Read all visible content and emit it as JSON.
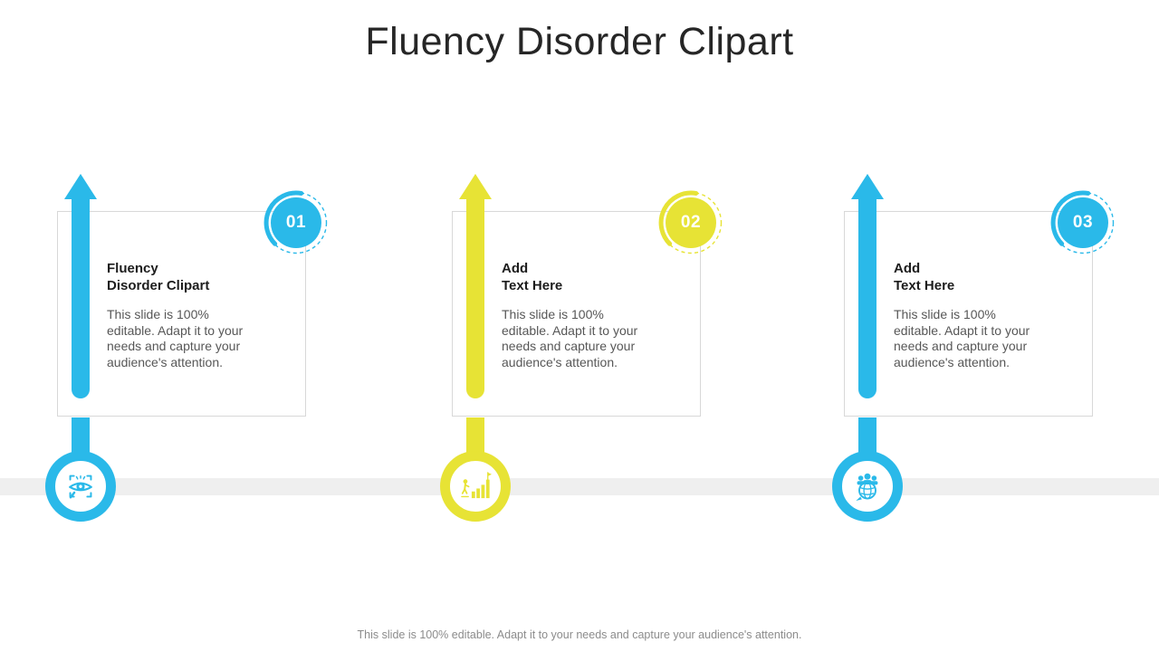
{
  "slide": {
    "title": "Fluency Disorder Clipart",
    "footer": "This slide is 100% editable. Adapt it to your needs and capture your audience's attention.",
    "colors": {
      "cyan": "#2ab9e9",
      "yellow": "#e7e335",
      "band_gray": "#efefef",
      "card_border": "#d8d8d8"
    }
  },
  "columns": [
    {
      "number": "01",
      "heading": "Fluency\nDisorder Clipart",
      "body": "This slide is 100%\neditable. Adapt it to your\nneeds and capture your\naudience's attention.",
      "accent": "#2ab9e9",
      "icon": "vision-eye-icon"
    },
    {
      "number": "02",
      "heading": "Add\nText Here",
      "body": "This slide is 100%\neditable. Adapt it to your\nneeds and capture your\naudience's attention.",
      "accent": "#e7e335",
      "icon": "growth-chart-icon"
    },
    {
      "number": "03",
      "heading": "Add\nText Here",
      "body": "This slide is 100%\neditable. Adapt it to your\nneeds and capture your\naudience's attention.",
      "accent": "#2ab9e9",
      "icon": "team-globe-icon"
    }
  ]
}
